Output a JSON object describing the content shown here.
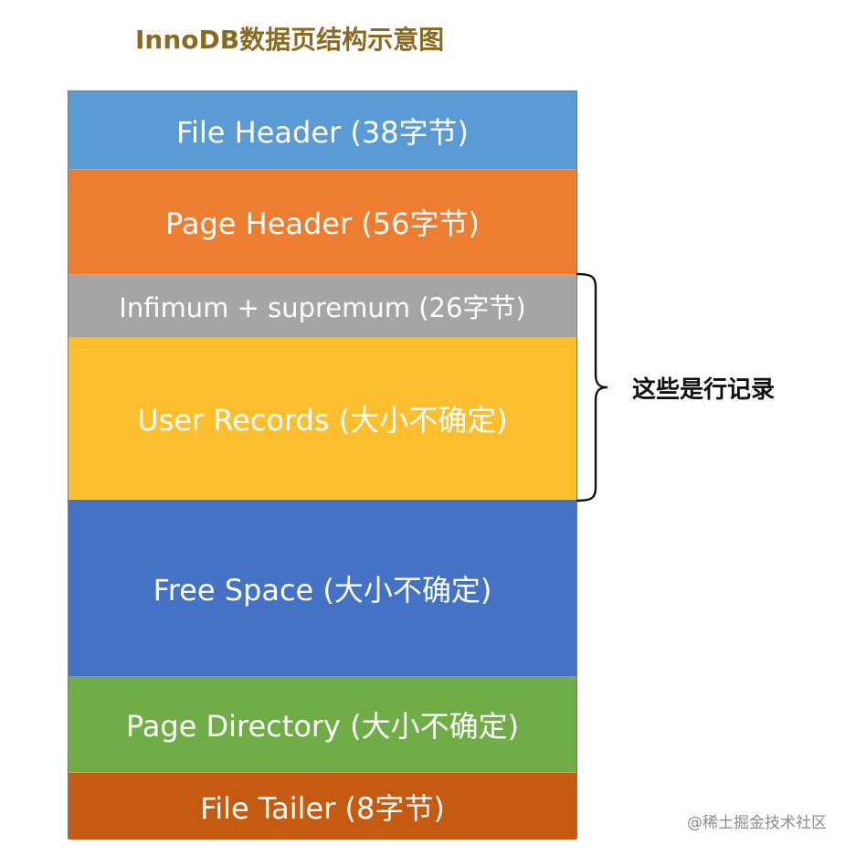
{
  "title": "InnoDB数据页结构示意图",
  "blocks": [
    {
      "label": "File Header (38字节)",
      "color": "#5b9bd5"
    },
    {
      "label": "Page Header (56字节)",
      "color": "#ed7d31"
    },
    {
      "label": "Infimum + supremum (26字节)",
      "color": "#a5a5a5"
    },
    {
      "label": "User Records (大小不确定)",
      "color": "#fdbf2d"
    },
    {
      "label": "Free Space (大小不确定)",
      "color": "#4472c4"
    },
    {
      "label": "Page Directory (大小不确定)",
      "color": "#70ad47"
    },
    {
      "label": "File Tailer (8字节)",
      "color": "#c55a11"
    }
  ],
  "brace_label": "这些是行记录",
  "watermark": "@稀土掘金技术社区"
}
